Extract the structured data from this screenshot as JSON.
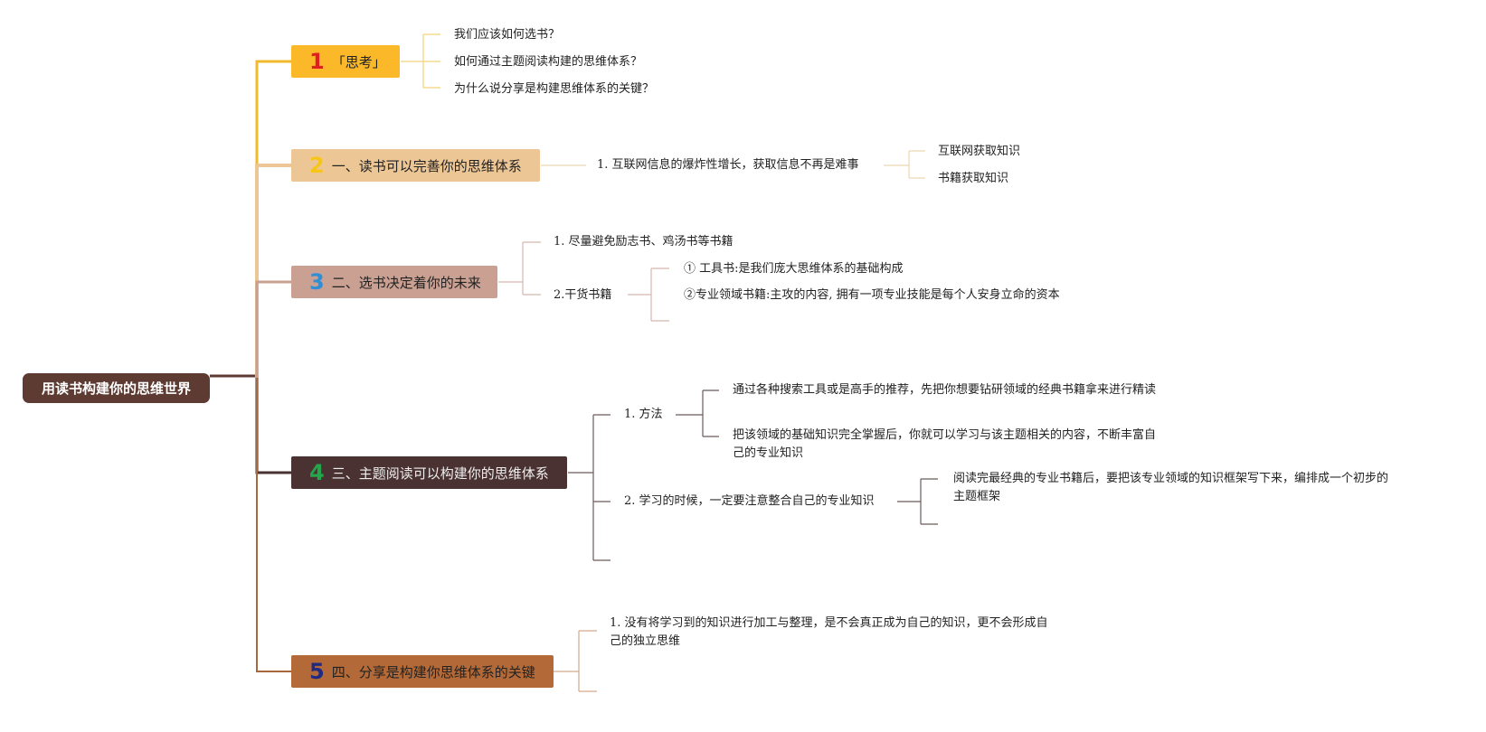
{
  "root": {
    "label": "用读书构建你的思维世界"
  },
  "branches": [
    {
      "num": "1",
      "label": "「思考」",
      "color": "#fbb829",
      "num_color": "#e02020",
      "children": [
        "我们应该如何选书？",
        "如何通过主题阅读构建的思维体系？",
        "为什么说分享是构建思维体系的关键？"
      ]
    },
    {
      "num": "2",
      "label": "一、读书可以完善你的思维体系",
      "color": "#ecc695",
      "num_color": "#f5c518",
      "child": "1. 互联网信息的爆炸性增长，获取信息不再是难事",
      "grandchildren": [
        "互联网获取知识",
        "书籍获取知识"
      ]
    },
    {
      "num": "3",
      "label": "二、选书决定着你的未来",
      "color": "#c9a092",
      "num_color": "#2e8fd6",
      "children": [
        "1. 尽量避免励志书、鸡汤书等书籍",
        "2.干货书籍"
      ],
      "grandchildren": [
        "① 工具书:是我们庞大思维体系的基础构成",
        "②专业领域书籍:主攻的内容, 拥有一项专业技能是每个人安身立命的资本"
      ]
    },
    {
      "num": "4",
      "label": "三、主题阅读可以构建你的思维体系",
      "color": "#4a3232",
      "num_color": "#22a84a",
      "children": [
        "1. 方法",
        "2. 学习的时候，一定要注意整合自己的专业知识"
      ],
      "method_items": [
        "通过各种搜索工具或是高手的推荐，先把你想要钻研领域的经典书籍拿来进行精读",
        "把该领域的基础知识完全掌握后，你就可以学习与该主题相关的内容，不断丰富自己的专业知识"
      ],
      "study_items": [
        "阅读完最经典的专业书籍后，要把该专业领域的知识框架写下来，编排成一个初步的主题框架"
      ]
    },
    {
      "num": "5",
      "label": "四、分享是构建你思维体系的关键",
      "color": "#b46a38",
      "num_color": "#1f2a80",
      "children": [
        "1. 没有将学习到的知识进行加工与整理，是不会真正成为自己的知识，更不会形成自己的独立思维"
      ]
    }
  ]
}
